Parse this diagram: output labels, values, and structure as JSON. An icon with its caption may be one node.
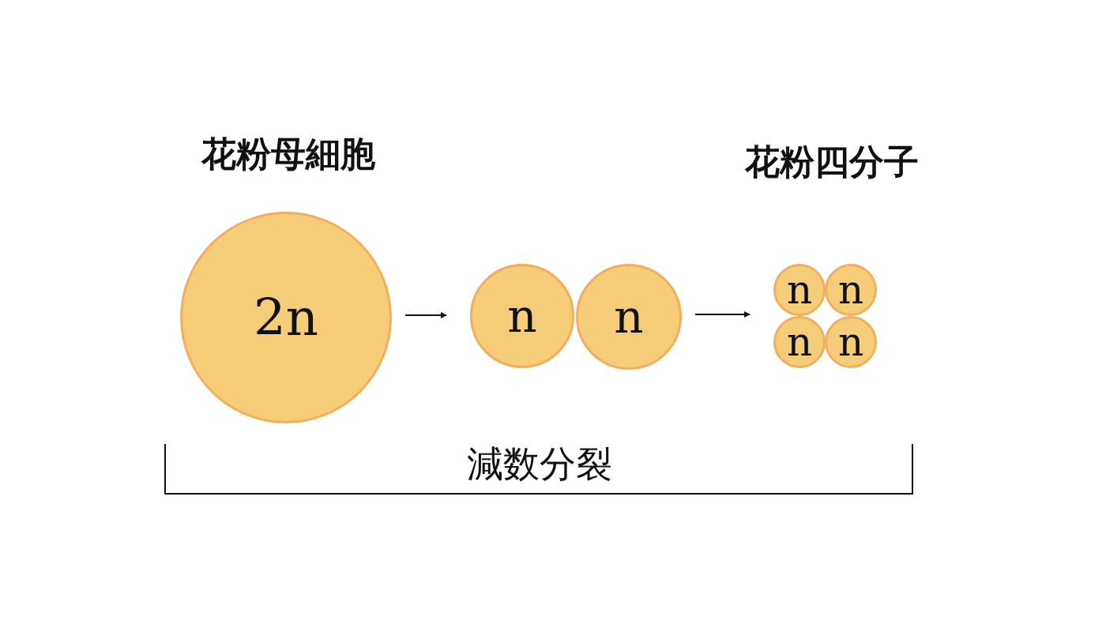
{
  "diagram": {
    "nodes": [
      {
        "text": [
          "花粉母細胞",
          "2n"
        ]
      },
      {
        "text": [
          "n"
        ]
      },
      {
        "text": [
          "n"
        ]
      },
      {
        "text": [
          "n"
        ]
      },
      {
        "text": [
          "n"
        ]
      },
      {
        "text": [
          "n"
        ]
      },
      {
        "text": [
          "n"
        ]
      }
    ],
    "edges": [
      {
        "from": 0,
        "to": 1,
        "arrow": "to"
      },
      {
        "from": 2,
        "to": 3,
        "arrow": "to"
      }
    ],
    "labels": [
      "花粉四分子",
      "減数分裂"
    ]
  }
}
